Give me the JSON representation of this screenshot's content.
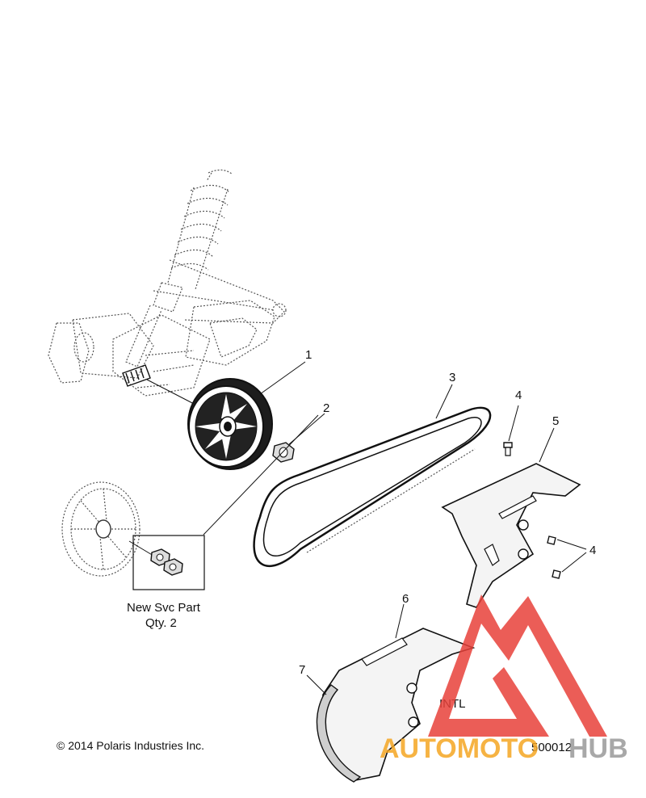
{
  "callouts": {
    "c1": "1",
    "c2": "2",
    "c3": "3",
    "c4a": "4",
    "c4b": "4",
    "c5": "5",
    "c6": "6",
    "c7": "7"
  },
  "notes": {
    "service_part_line1": "New Svc Part",
    "service_part_line2": "Qty. 2",
    "intl": "INTL",
    "copyright": "© 2014 Polaris Industries Inc.",
    "figure_number": "500012"
  },
  "watermark": {
    "text_orange": "AUTOMOTO",
    "text_gray": "HUB",
    "color_red": "#e8413a",
    "color_orange": "#f5a623",
    "color_gray": "#9a9a9a"
  }
}
